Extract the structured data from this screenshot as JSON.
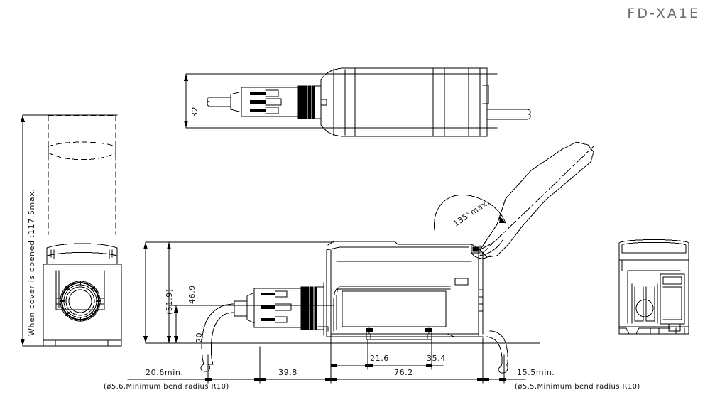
{
  "drawing": {
    "title": "FD-XA1E",
    "views": {
      "left_end_view": {
        "name": "left-end-view",
        "note": "When cover is opened :117.5max."
      },
      "top_view": {
        "name": "top-view",
        "height_dim": "32"
      },
      "side_view": {
        "name": "side-view",
        "lever_angle": "135°max."
      },
      "right_end_view": {
        "name": "right-end-view"
      }
    },
    "dimensions": {
      "cover_open_height": "When cover is opened :117.5max.",
      "top_height": "32",
      "overall_bracket": "(51.9)",
      "upper_height": "46.9",
      "lower_height": "20",
      "left_cable_min": "20.6min.",
      "left_span": "39.8",
      "mid_span": "21.6",
      "right_span": "35.4",
      "body_span": "76.2",
      "right_cable_min": "15.5min.",
      "lever_angle": "135°max."
    },
    "notes": {
      "left_cable": "(ø5.6,Minimum bend radius R10)",
      "right_cable": "(ø5.5,Minimum bend radius R10)"
    }
  }
}
